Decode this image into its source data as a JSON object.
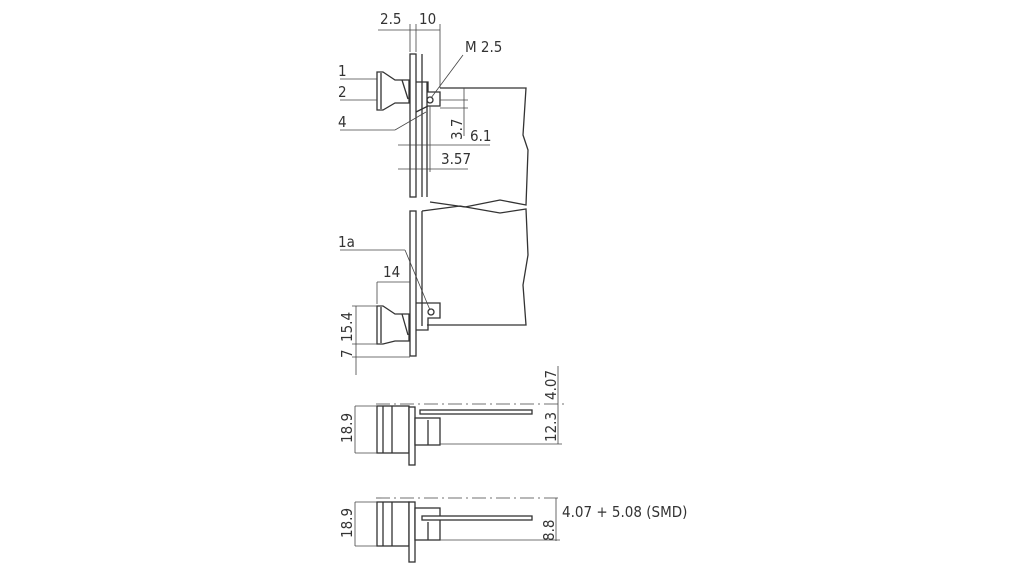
{
  "drawing": {
    "type": "technical mechanical drawing",
    "views": {
      "top_view": {
        "dimensions": {
          "panel_thickness": "2.5",
          "offset_to_pcb": "10",
          "screw_thread": "M 2.5",
          "hole_offset": "3.7",
          "to_board": "6.1",
          "board_offset": "3.57"
        },
        "callouts": [
          "1",
          "2",
          "4"
        ]
      },
      "lower_view": {
        "dimensions": {
          "depth": "14",
          "height": "15.4",
          "bottom_offset": "7"
        },
        "callouts": [
          "1a"
        ]
      },
      "side_view_tht": {
        "dimensions": {
          "height": "18.9",
          "top_offset": "4.07",
          "pcb_height": "12.3"
        }
      },
      "side_view_smd": {
        "dimensions": {
          "height": "18.9",
          "pcb_height": "8.8",
          "note": "4.07 + 5.08 (SMD)"
        }
      }
    }
  }
}
